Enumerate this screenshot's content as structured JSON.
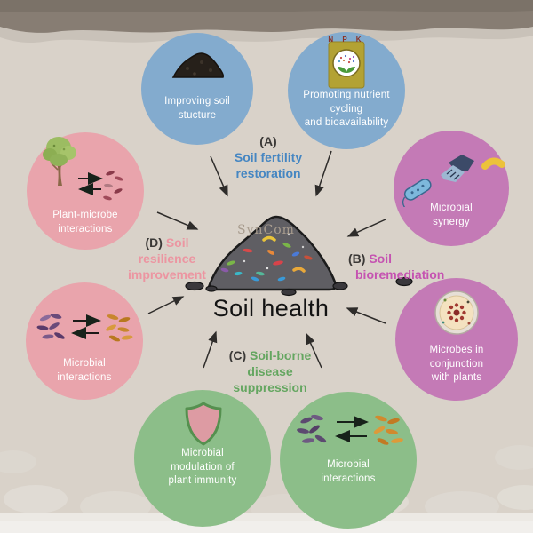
{
  "page": {
    "center_title": "Soil health",
    "mound_label": "SynCom"
  },
  "colors": {
    "background": "#d9d2c9",
    "top_soil_band": "#877d73",
    "blue_circle": "#83abce",
    "magenta_circle": "#c47ab6",
    "pink_circle": "#e9a4ac",
    "green_circle": "#8cbe89",
    "label_a_blue": "#4586c2",
    "label_b_magenta": "#c553b1",
    "label_c_green": "#64a660",
    "label_d_pink": "#ec95a1",
    "mound_gray": "#5f5e63"
  },
  "categories": {
    "a": {
      "prefix": "(A)",
      "label": "Soil fertility restoration"
    },
    "b": {
      "prefix": "(B)",
      "label": "Soil bioremediation"
    },
    "c": {
      "prefix": "(C)",
      "label": "Soil-borne disease suppression"
    },
    "d": {
      "prefix": "(D)",
      "label": "Soil resilience improvement"
    }
  },
  "circles": {
    "soil_structure": {
      "label": "Improving soil\nstucture",
      "icon": "soil-pile-icon"
    },
    "nutrient_cycling": {
      "label": "Promoting nutrient\ncycling\nand bioavailability",
      "icon": "fertilizer-bag-icon",
      "icon_text": "N P K"
    },
    "microbial_synergy": {
      "label": "Microbial\nsynergy",
      "icon": "bacteria-handshake-icon"
    },
    "microbes_plants": {
      "label": "Microbes in\nconjunction\nwith plants",
      "icon": "root-cross-section-icon"
    },
    "microbial_interactions_green": {
      "label": "Microbial\ninteractions",
      "icon": "bacteria-exchange-icon"
    },
    "plant_immunity": {
      "label": "Microbial\nmodulation of\nplant immunity",
      "icon": "shield-icon"
    },
    "microbial_interactions_pink": {
      "label": "Microbial\ninteractions",
      "icon": "bacteria-exchange-icon"
    },
    "plant_microbe": {
      "label": "Plant-microbe\ninteractions",
      "icon": "tree-bacteria-icon"
    }
  }
}
